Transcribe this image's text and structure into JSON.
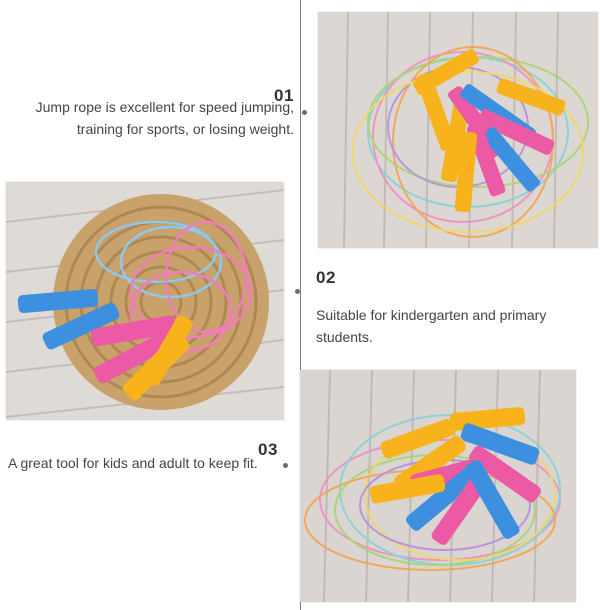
{
  "features": [
    {
      "number": "01",
      "text": "Jump rope is excellent for speed jumping, training for sports, or losing weight."
    },
    {
      "number": "02",
      "text": "Suitable for kindergarten and primary students."
    },
    {
      "number": "03",
      "text": "A great tool for kids and adult to keep fit."
    }
  ],
  "photos": [
    {
      "name": "jump-ropes-bundle-photo",
      "subject": "pile of colorful jump ropes on wooden floor"
    },
    {
      "name": "jump-ropes-on-mat-photo",
      "subject": "two jump ropes on woven straw mat"
    },
    {
      "name": "jump-ropes-heap-photo",
      "subject": "heap of colorful jump ropes on wooden floor"
    }
  ],
  "colors": {
    "rope_yellow": "#f7b21c",
    "rope_pink": "#ec5aa5",
    "rope_blue": "#3d8fe0",
    "wood": "#d7d2cd",
    "mat": "#c9a26b"
  }
}
